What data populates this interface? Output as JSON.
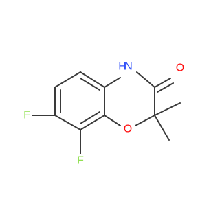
{
  "molecule": {
    "atoms": {
      "nitrogen": {
        "symbol": "N",
        "hydrogen": "H"
      },
      "carbonyl_oxygen": {
        "symbol": "O"
      },
      "ring_oxygen": {
        "symbol": "O"
      },
      "fluorine_7": {
        "symbol": "F"
      },
      "fluorine_8": {
        "symbol": "F"
      }
    }
  },
  "colors": {
    "bond": "#3a3a3a",
    "oxygen": "#ff0d0d",
    "nitrogen": "#3050f8",
    "fluorine": "#90e050"
  }
}
